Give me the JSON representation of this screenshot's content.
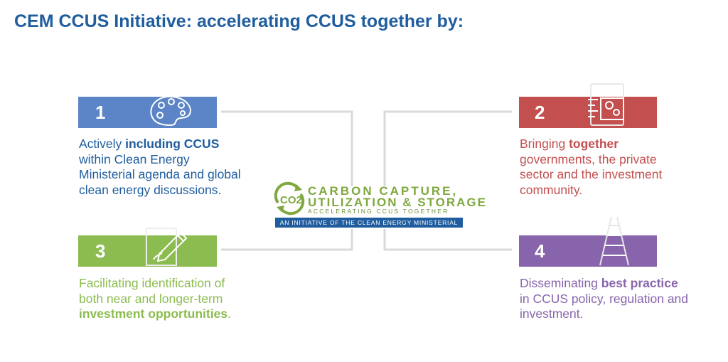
{
  "title": "CEM CCUS Initiative: accelerating CCUS together by:",
  "colors": {
    "title": "#1f5d9e",
    "item1": "#5b85c6",
    "item1_text": "#1f5d9e",
    "item2": "#c44f4f",
    "item3": "#8cbc4f",
    "item4": "#8764ac",
    "connector": "#d9d9d9"
  },
  "items": [
    {
      "number": "1",
      "icon": "palette-icon",
      "text_before": "Actively ",
      "text_bold": "including CCUS",
      "text_after": " within Clean Energy Ministerial agenda and global clean energy discussions."
    },
    {
      "number": "2",
      "icon": "document-gears-icon",
      "text_before": "Bringing ",
      "text_bold": "together",
      "text_after": " governments, the private sector and the investment community."
    },
    {
      "number": "3",
      "icon": "pencil-sheet-icon",
      "text_before": "Facilitating identification of both near and longer-term ",
      "text_bold": "investment opportunities",
      "text_after": "."
    },
    {
      "number": "4",
      "icon": "ladder-icon",
      "text_before": "Disseminating ",
      "text_bold": "best practice",
      "text_after": " in CCUS policy, regulation and investment."
    }
  ],
  "logo": {
    "badge": "CO2",
    "line1": "CARBON CAPTURE,",
    "line2": "UTILIZATION & STORAGE",
    "line3": "ACCELERATING CCUS TOGETHER",
    "banner": "AN INITIATIVE OF THE CLEAN ENERGY MINISTERIAL"
  }
}
